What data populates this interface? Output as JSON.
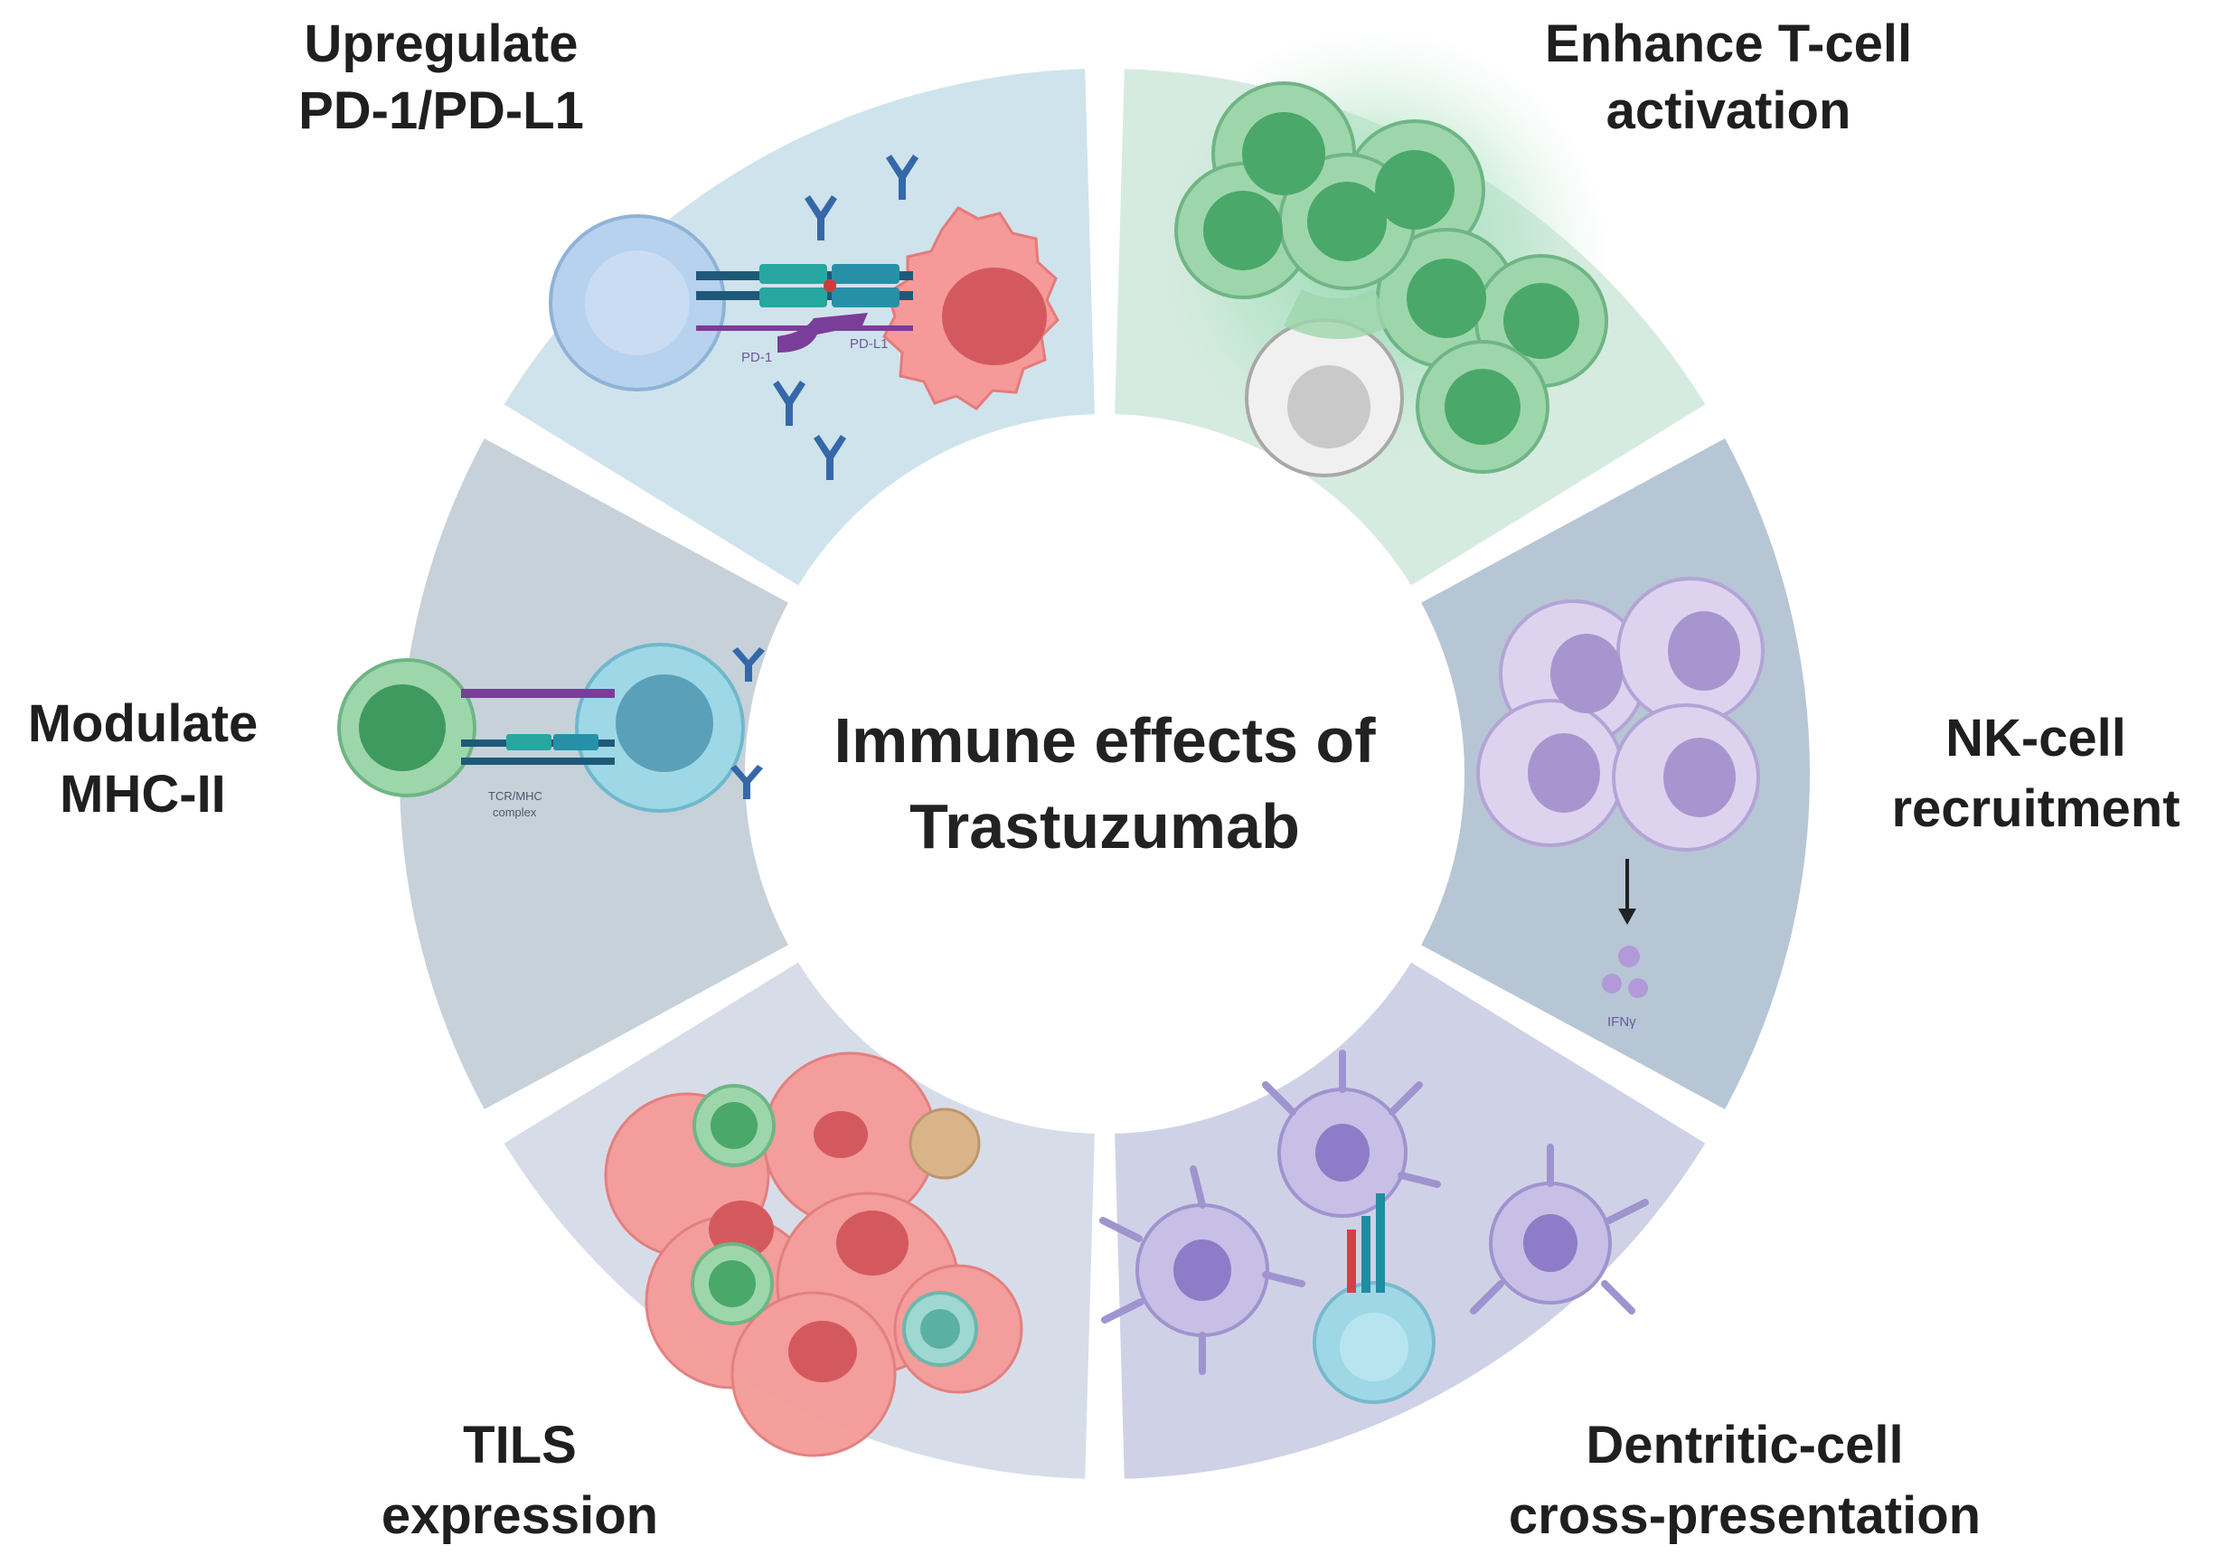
{
  "center_title": [
    "Immune effects of",
    "Trastuzumab"
  ],
  "segments": [
    {
      "id": "pd1",
      "lines": [
        "Upregulate",
        "PD-1/PD-L1"
      ],
      "color": "#cfe3ec"
    },
    {
      "id": "tcell",
      "lines": [
        "Enhance T-cell",
        "activation"
      ],
      "color": "#d6ebe0"
    },
    {
      "id": "nk",
      "lines": [
        "NK-cell",
        "recruitment"
      ],
      "color": "#b7c6d5"
    },
    {
      "id": "dc",
      "lines": [
        "Dentritic-cell",
        "cross-presentation"
      ],
      "color": "#cfd2e6"
    },
    {
      "id": "tils",
      "lines": [
        "TILS",
        "expression"
      ],
      "color": "#d6dde9"
    },
    {
      "id": "mhc",
      "lines": [
        "Modulate",
        "MHC-II"
      ],
      "color": "#c6d1da"
    }
  ],
  "small_labels": {
    "pd1": "PD-1",
    "pdl1": "PD-L1",
    "ifng": "IFNγ",
    "tcr": "TCR/MHC",
    "complex": "complex"
  }
}
